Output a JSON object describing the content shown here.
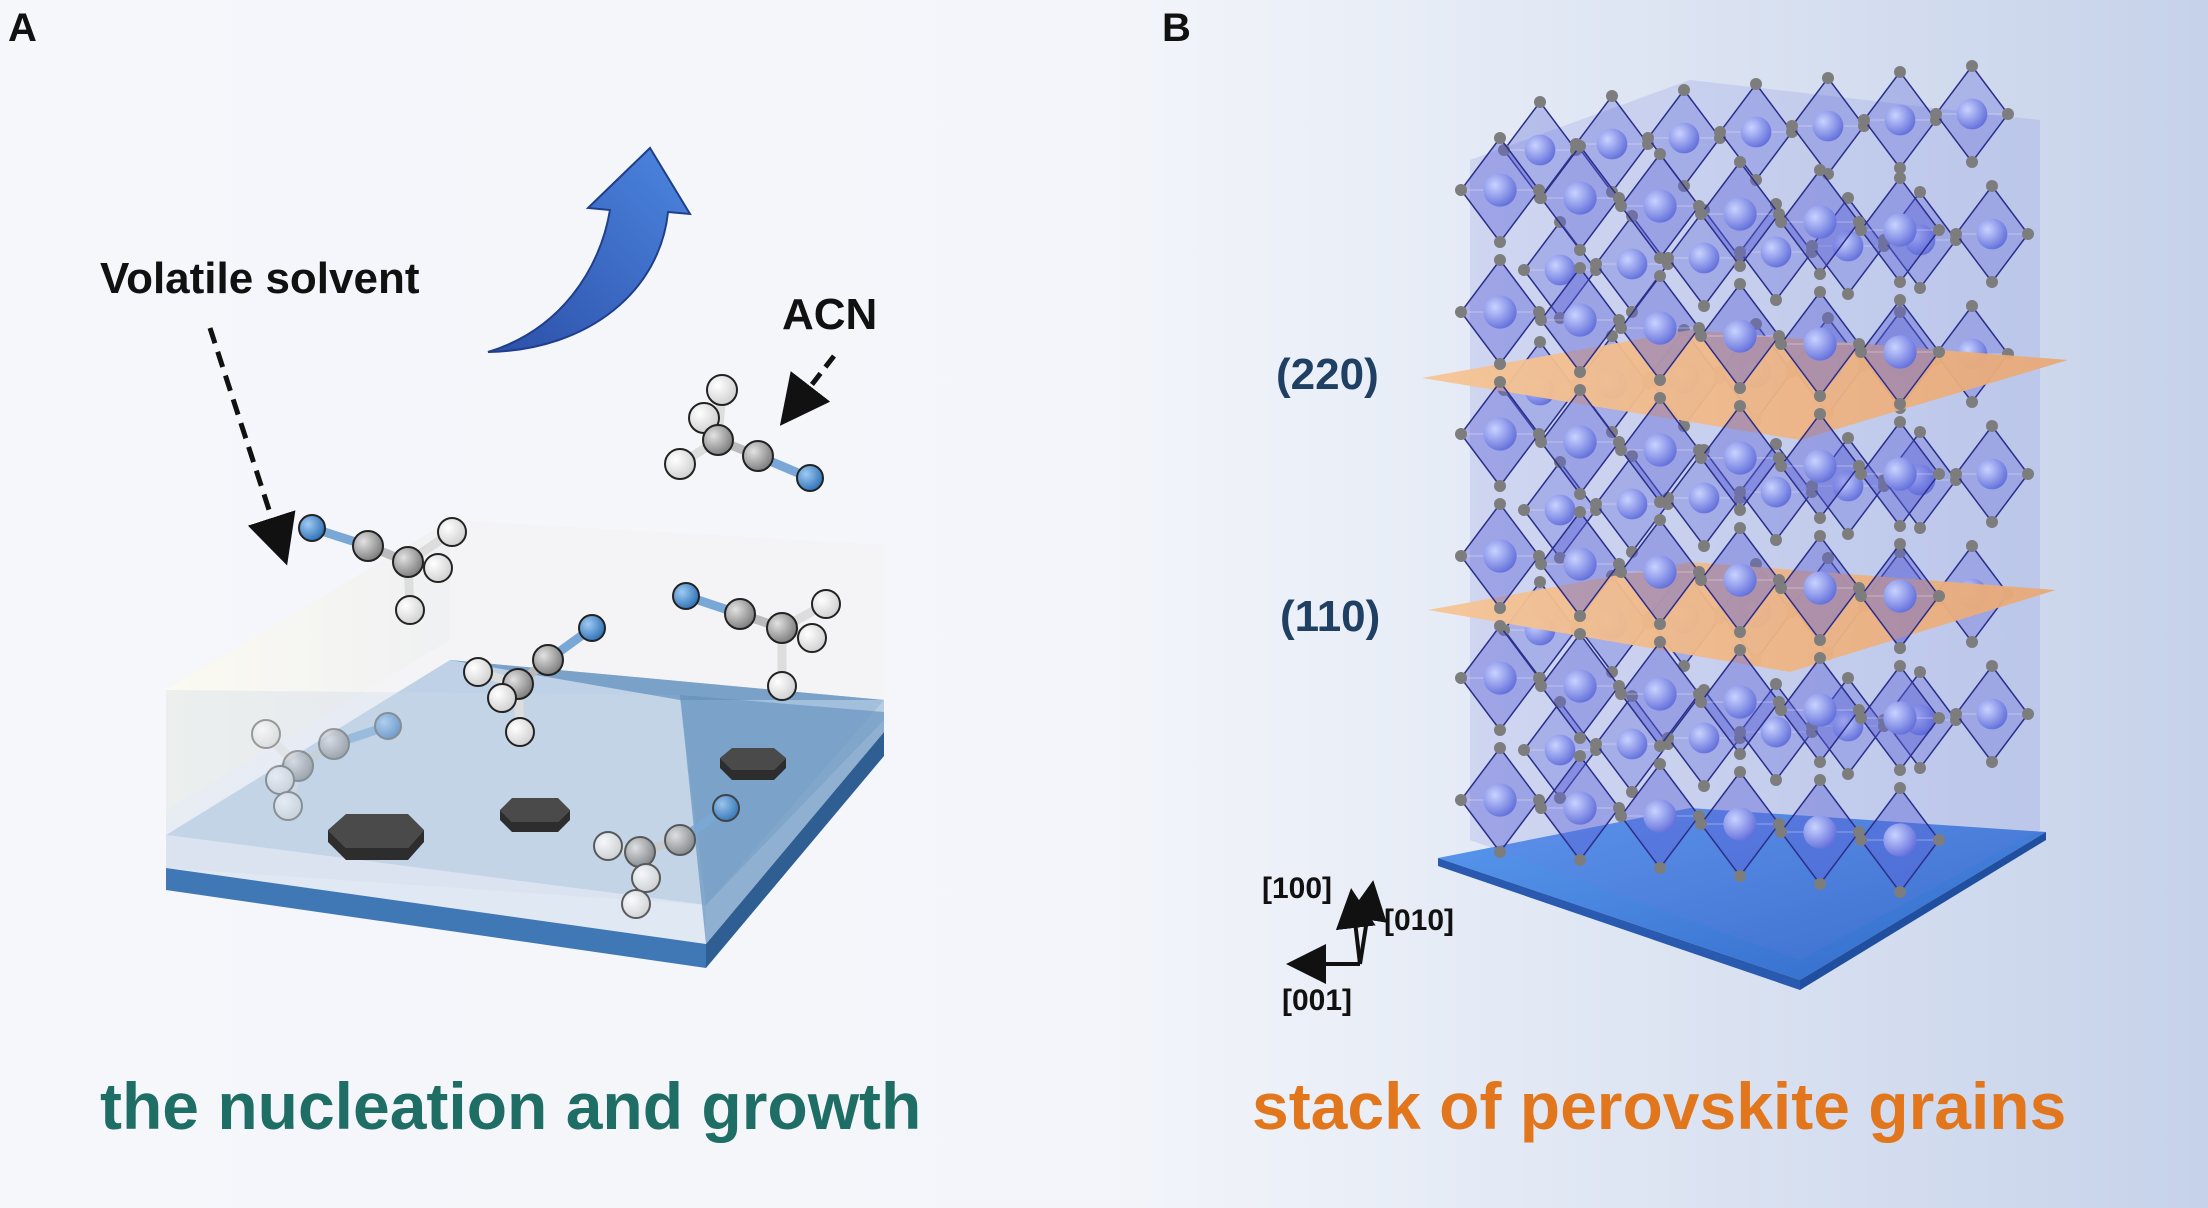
{
  "panels": {
    "a": {
      "letter": "A",
      "label_volatile": "Volatile solvent",
      "label_acn": "ACN",
      "caption": "the nucleation and growth",
      "caption_color": "#1f6e66"
    },
    "b": {
      "letter": "B",
      "plane_220": "(220)",
      "plane_110": "(110)",
      "axis_100": "[100]",
      "axis_010": "[010]",
      "axis_001": "[001]",
      "caption": "stack of perovskite grains",
      "caption_color": "#e2761c",
      "plane_label_color": "#1f3f63"
    }
  },
  "colors": {
    "substrate": "#4d82b8",
    "arrow": "#3f6fcf",
    "nitrogen": "#3a84cf",
    "carbon": "#9e9e9e",
    "hydrogen": "#f0f0f0",
    "octahedra": "#5b62d6",
    "plane": "#f2b786",
    "base_plate": "#3f7fd8"
  }
}
